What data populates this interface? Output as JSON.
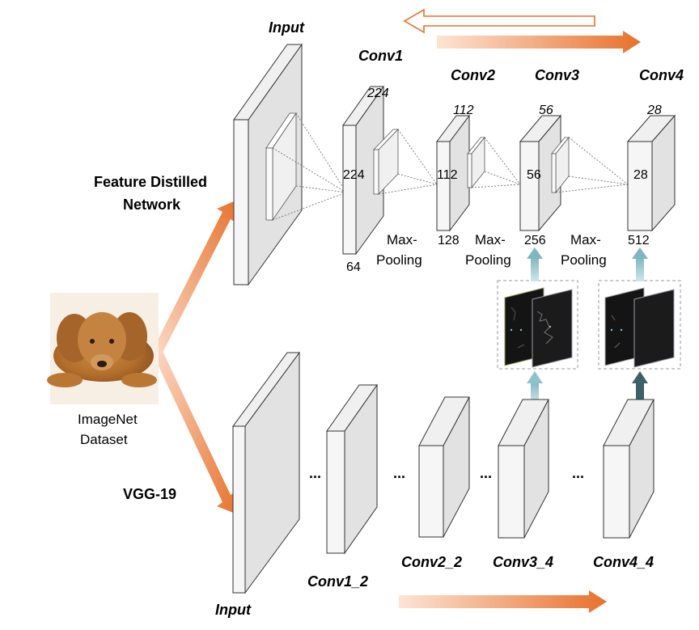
{
  "labels": {
    "feature_distilled_line1": "Feature Distilled",
    "feature_distilled_line2": "Network",
    "vgg19": "VGG-19",
    "imagenet_line1": "ImageNet",
    "imagenet_line2": "Dataset",
    "input_top": "Input",
    "input_bottom": "Input",
    "conv1": "Conv1",
    "conv2": "Conv2",
    "conv3": "Conv3",
    "conv4": "Conv4",
    "conv1_2": "Conv1_2",
    "conv2_2": "Conv2_2",
    "conv3_4": "Conv3_4",
    "conv4_4": "Conv4_4",
    "maxpool_line1": "Max-",
    "maxpool_line2": "Pooling",
    "ellipsis": "..."
  },
  "dims": {
    "conv1_top": "224",
    "conv1_side": "224",
    "conv1_ch": "64",
    "conv2_top": "112",
    "conv2_side": "112",
    "conv2_ch": "128",
    "conv3_top": "56",
    "conv3_side": "56",
    "conv3_ch": "256",
    "conv4_top": "28",
    "conv4_side": "28",
    "conv4_ch": "512"
  },
  "colors": {
    "orange": "#e8712c",
    "light_orange": "#f9d5bd",
    "teal": "#8ec3cc",
    "dark_teal": "#3e6066",
    "block_face": "#f3f3f3",
    "block_side": "#e2e2e2"
  },
  "icons": {
    "dog_image": "golden-retriever-photo",
    "feature_map": "dark-feature-map"
  }
}
